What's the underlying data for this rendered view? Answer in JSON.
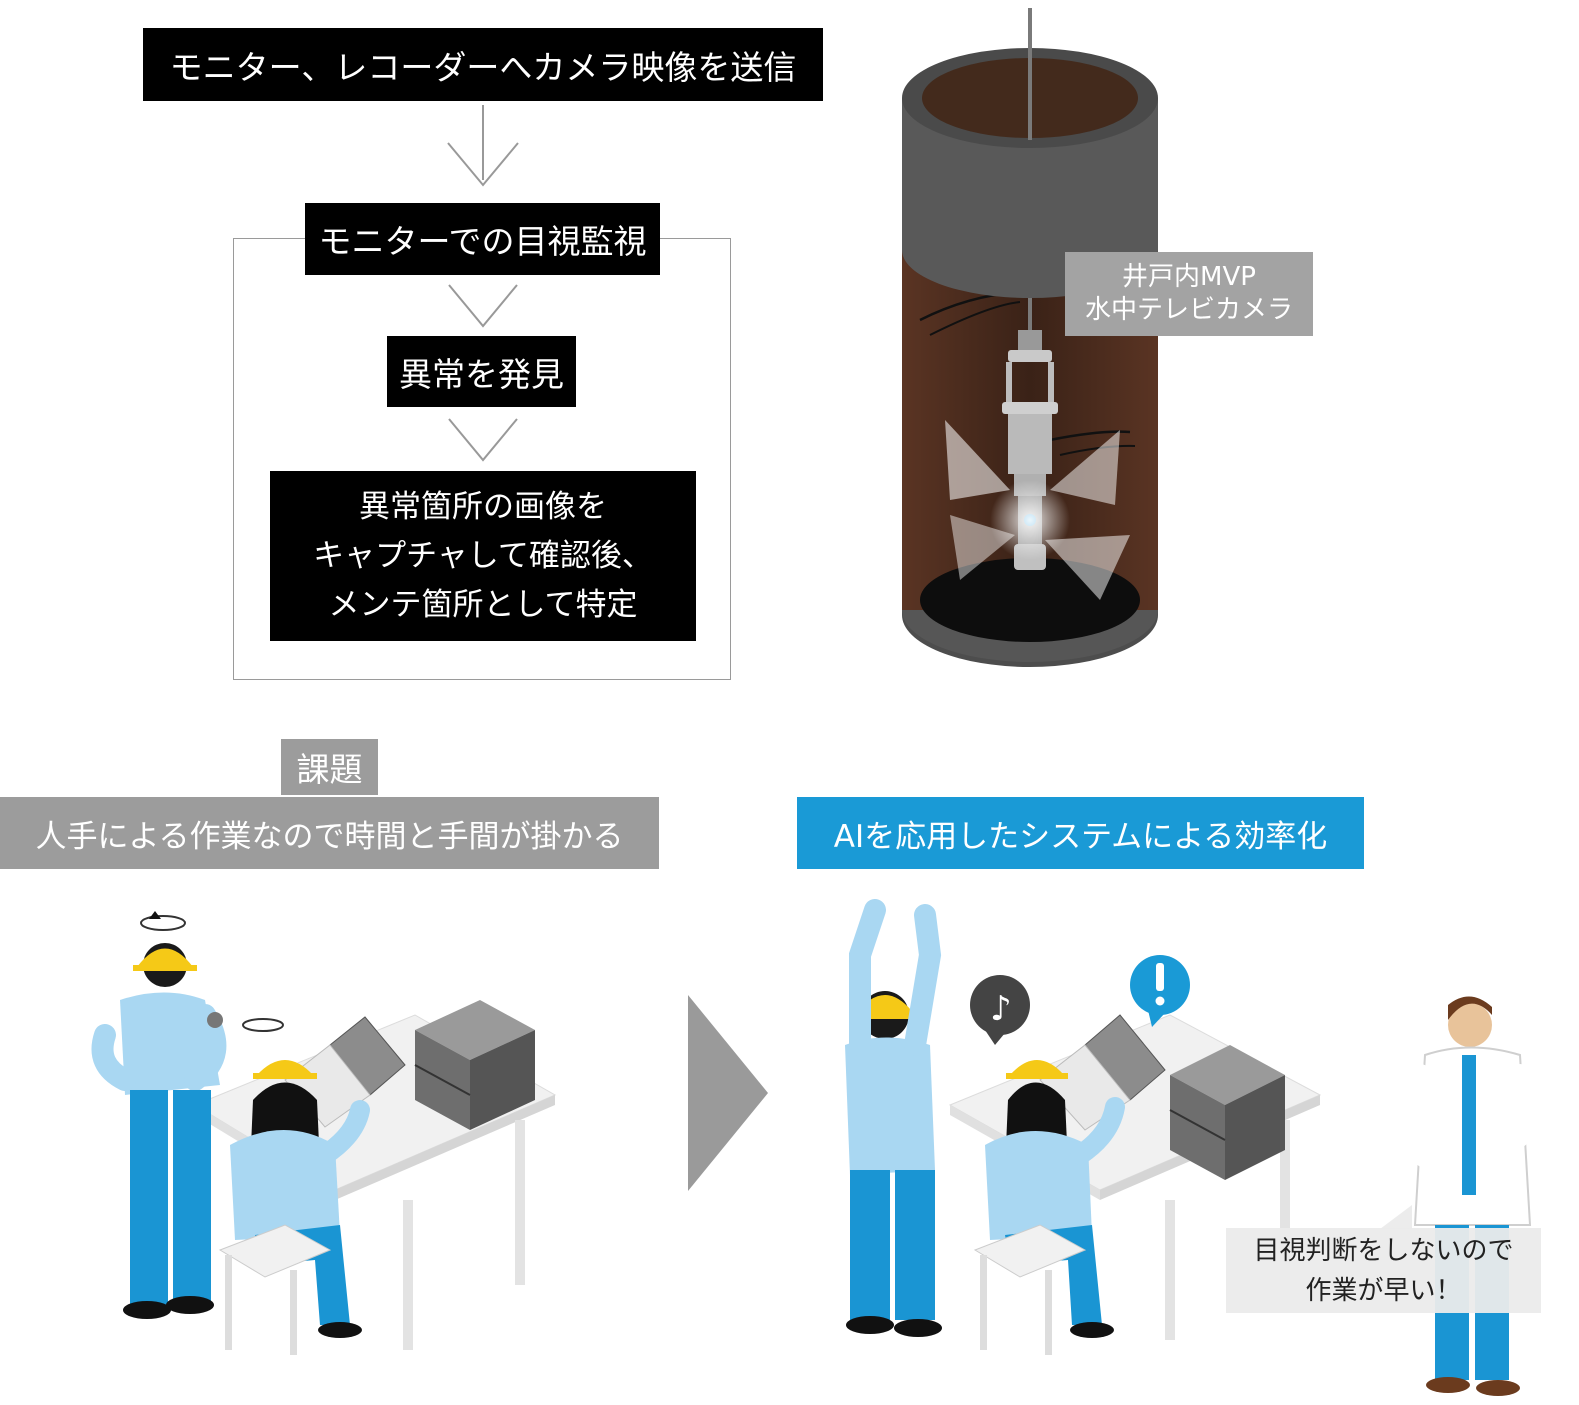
{
  "flow": {
    "step1": "モニター、レコーダーへカメラ映像を送信",
    "step2": "モニターでの目視監視",
    "step3": "異常を発見",
    "step4_lines": [
      "異常箇所の画像を",
      "キャプチャして確認後、",
      "メンテ箇所として特定"
    ]
  },
  "camera_label": {
    "line1": "井戸内MVP",
    "line2": "水中テレビカメラ"
  },
  "issue": {
    "heading": "課題",
    "description": "人手による作業なので時間と手間が掛かる"
  },
  "solution": {
    "heading": "AIを応用したシステムによる効率化",
    "bubble_line1": "目視判断をしないので",
    "bubble_line2": "作業が早い！"
  },
  "colors": {
    "accent_blue": "#1a9ad6",
    "label_gray": "#9c9c9c",
    "helmet_yellow": "#f5c917",
    "shirt_blue": "#a9d7f2"
  }
}
